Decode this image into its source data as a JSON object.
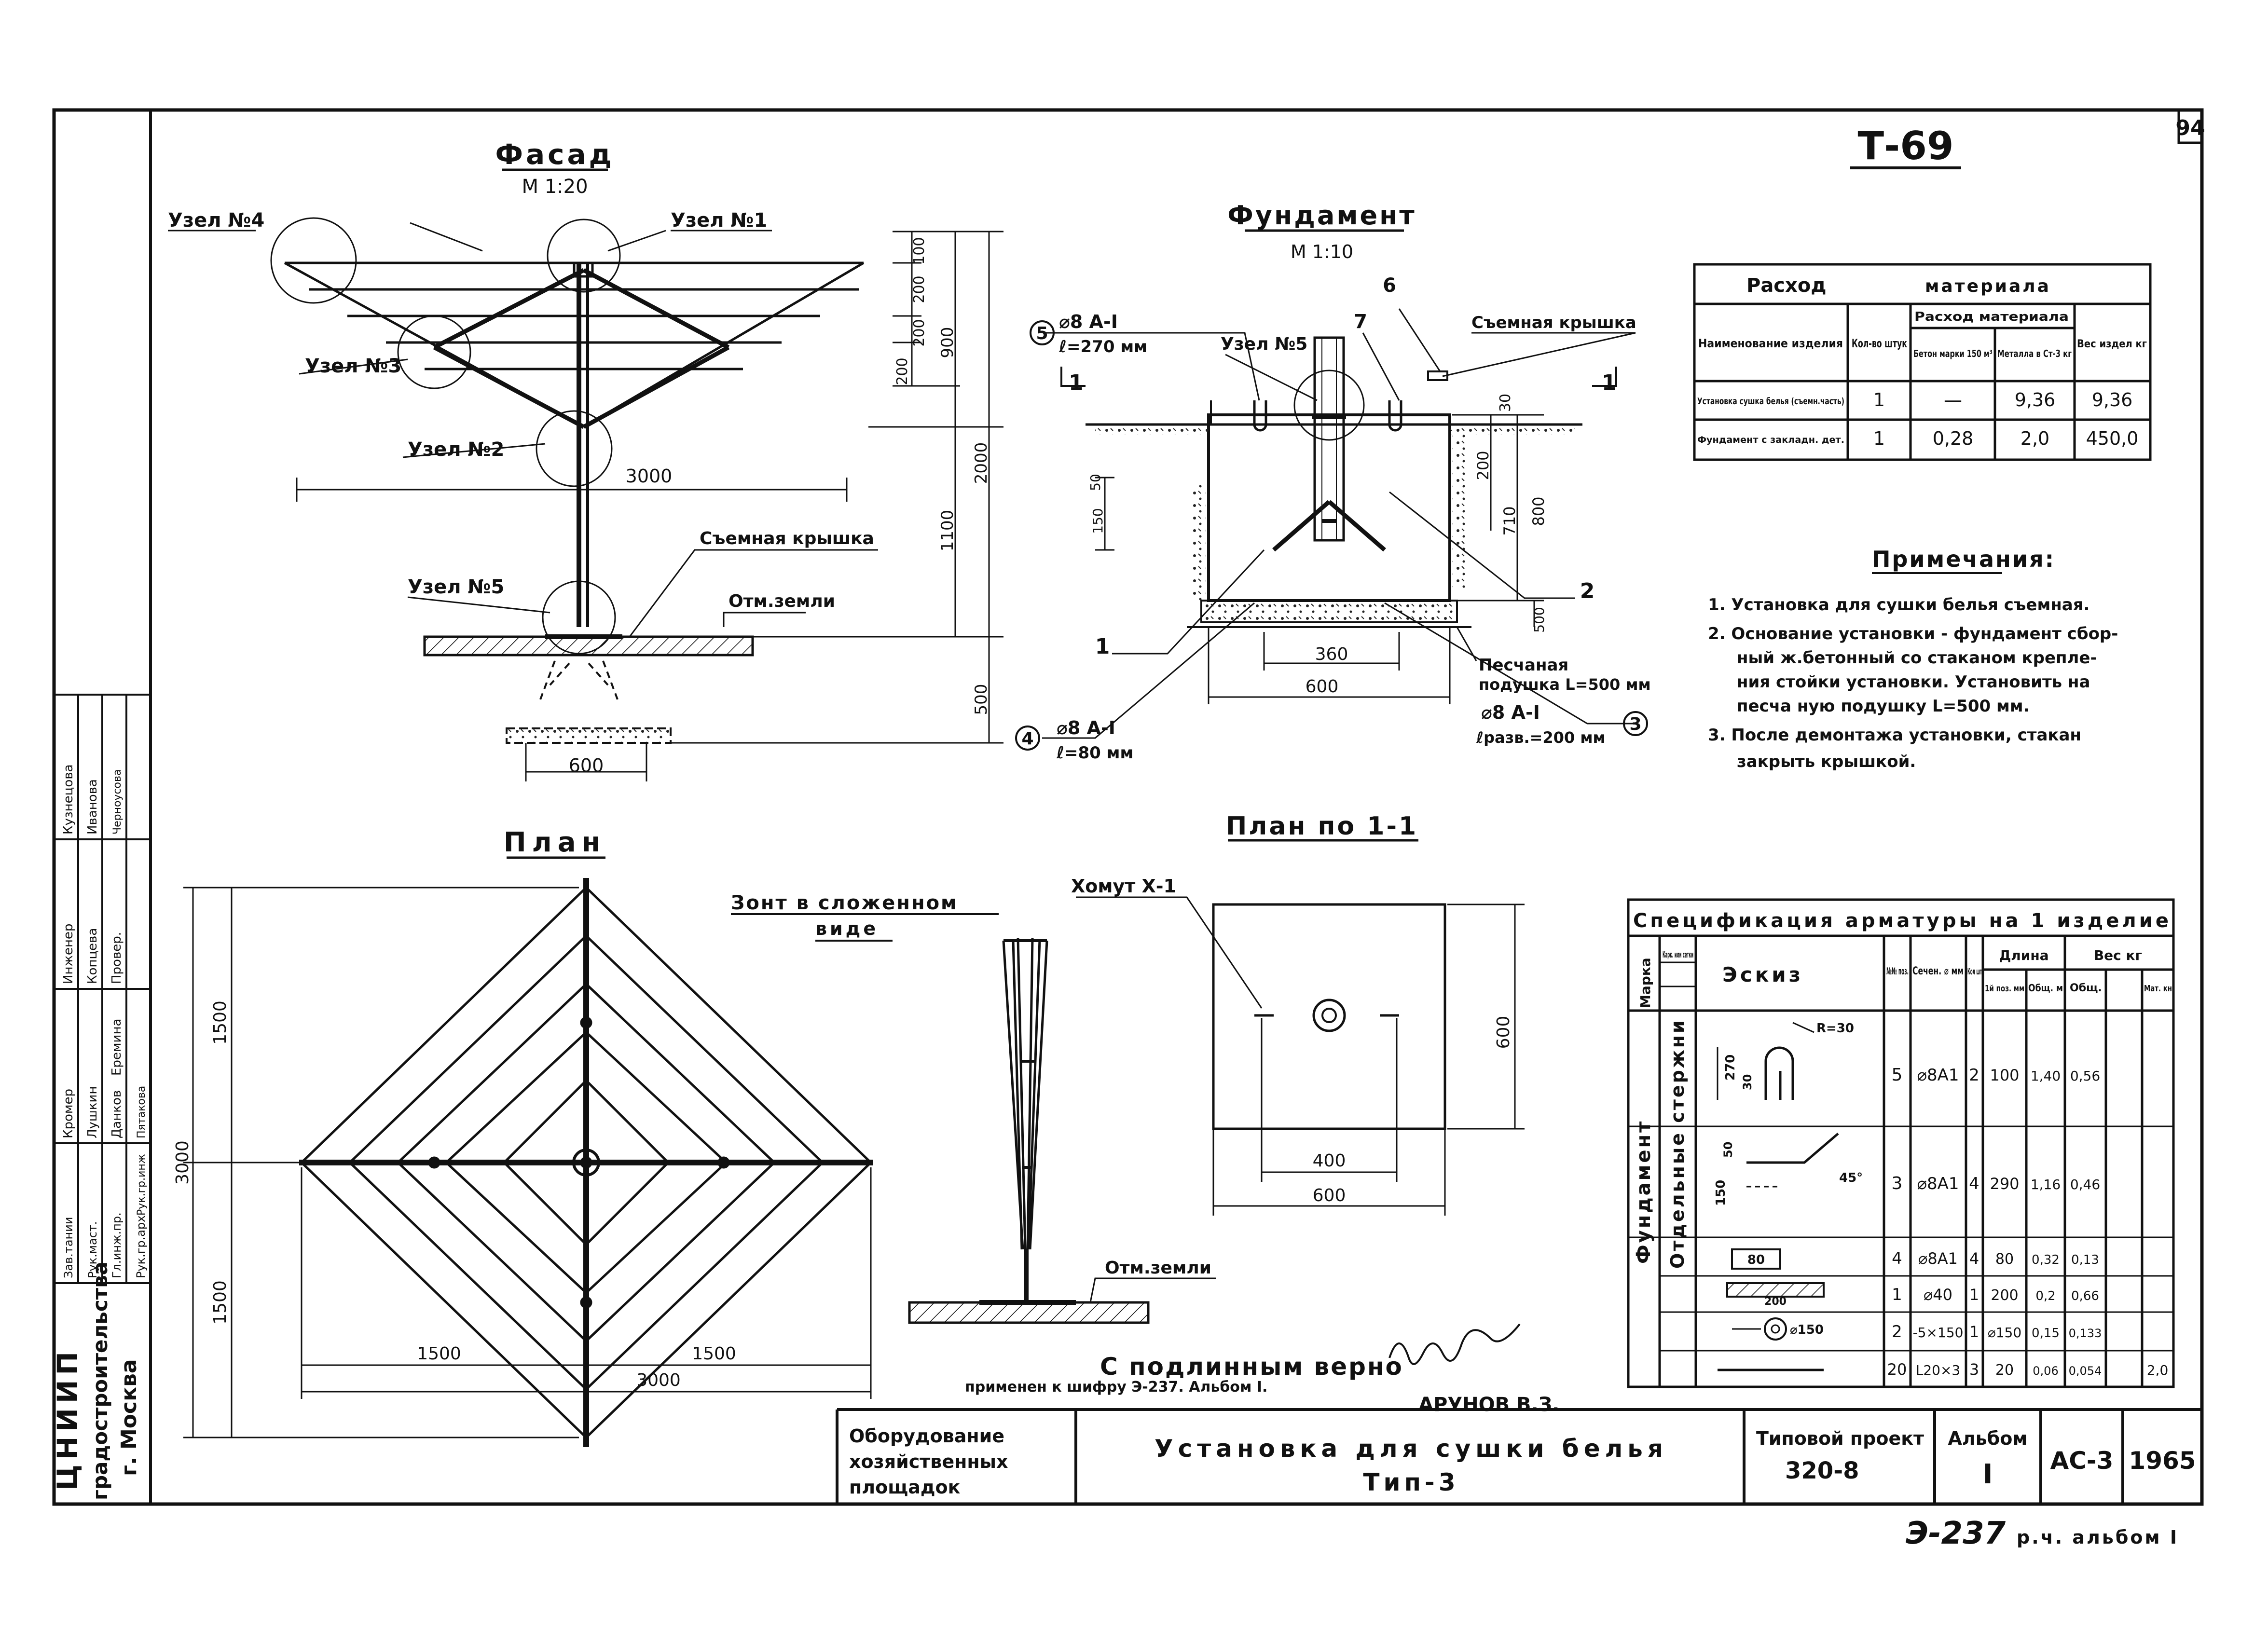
{
  "sheet": {
    "page_number": "94",
    "code": "Т-69",
    "bottom_ref": "Э-237",
    "bottom_ref_suffix": "р.ч. альбом I",
    "certified": "С подлинным верно",
    "applied": "применен к шифру Э-237. Альбом I.",
    "signer": "АРУНОВ В.З."
  },
  "side_stamp": {
    "org1": "ЦНИИП",
    "org2": "градостроительства",
    "org3": "г. Москва",
    "roles": [
      "Зав.тании",
      "Рук.маст.",
      "Гл.инж.пр.",
      "Рук.гр.арх",
      "Рук.гр.инж"
    ],
    "names_a": [
      "Кромер",
      "Лушкин",
      "Данков",
      "Еремина",
      "Пятакова"
    ],
    "names_b": [
      "Инженер",
      "Копцева",
      "Провер."
    ],
    "names_c": [
      "Кузнецова",
      "Иванова",
      "Черноусова"
    ]
  },
  "title_block": {
    "section": [
      "Оборудование",
      "хозяйственных",
      "площадок"
    ],
    "title": "Установка для сушки белья",
    "subtitle": "Тип-3",
    "project_label": "Типовой проект",
    "project_num": "320-8",
    "album_label": "Альбом",
    "album_num": "I",
    "sheet_id": "АС-3",
    "year": "1965"
  },
  "facade": {
    "title": "Фасад",
    "scale": "М 1:20",
    "node1": "Узел №1",
    "node2": "Узел №2",
    "node3": "Узел №3",
    "node4": "Узел №4",
    "node5": "Узел №5",
    "cap": "Съемная крышка",
    "ground": "Отм.земли",
    "dim_3000": "3000",
    "dim_600": "600",
    "dim_100": "100",
    "dim_200a": "200",
    "dim_200b": "200",
    "dim_200c": "200",
    "dim_900": "900",
    "dim_2000": "2000",
    "dim_1100": "1100",
    "dim_500": "500"
  },
  "foundation": {
    "title": "Фундамент",
    "scale": "М 1:10",
    "cap": "Съемная крышка",
    "node5": "Узел №5",
    "pos5": "5",
    "pos5_bar": "⌀8 А-I",
    "pos5_len": "ℓ=270 мм",
    "pos4": "4",
    "pos4_bar": "⌀8 А-I",
    "pos4_len": "ℓ=80 мм",
    "pos3": "3",
    "pos3_bar": "⌀8 А-I",
    "pos3_len": "ℓразв.=200 мм",
    "callout1": "1",
    "callout2": "2",
    "callout6": "6",
    "callout7": "7",
    "section_mark": "1",
    "sand1": "Песчаная",
    "sand2": "подушка L=500 мм",
    "dim_360": "360",
    "dim_600": "600",
    "dim_30": "30",
    "dim_200": "200",
    "dim_710": "710",
    "dim_800": "800",
    "dim_500": "500",
    "dim_50": "50",
    "dim_150": "150"
  },
  "material_table": {
    "title_left": "Расход",
    "title_right": "материала",
    "h_name": "Наименование изделия",
    "h_qty": "Кол-во штук",
    "h_group": "Расход материала",
    "h_concrete": "Бетон марки 150 м³",
    "h_metal": "Металла в Ст-3 кг",
    "h_weight": "Вес издел кг",
    "rows": [
      {
        "name": "Установка сушка белья (съемн.часть)",
        "qty": "1",
        "concrete": "—",
        "metal": "9,36",
        "weight": "9,36"
      },
      {
        "name": "Фундамент с закладн. дет.",
        "qty": "1",
        "concrete": "0,28",
        "metal": "2,0",
        "weight": "450,0"
      }
    ]
  },
  "notes": {
    "title": "Примечания:",
    "items": [
      "1. Установка для сушки белья съемная.",
      "2. Основание установки - фундамент сбор-",
      "ный ж.бетонный со стаканом крепле-",
      "ния стойки установки. Установить на",
      "песча ную подушку L=500 мм.",
      "3. После демонтажа установки, стакан",
      "закрыть крышкой."
    ]
  },
  "plan": {
    "title": "План",
    "dim_1500a": "1500",
    "dim_1500b": "1500",
    "dim_1500c": "1500",
    "dim_1500d": "1500",
    "dim_3000a": "3000",
    "dim_3000b": "3000"
  },
  "folded": {
    "title1": "Зонт в сложенном",
    "title2": "виде",
    "ground": "Отм.земли"
  },
  "plan11": {
    "title": "План по 1-1",
    "clamp": "Хомут Х-1",
    "dim_400": "400",
    "dim_600a": "600",
    "dim_600b": "600"
  },
  "spec": {
    "title": "Спецификация арматуры на 1 изделие",
    "h_mark": "Марка",
    "h_frame": "Карк. или сетки",
    "h_sketch": "Эскиз",
    "h_pos": "№№ поз.",
    "h_sect": "Сечен. ⌀ мм",
    "h_qty": "Кол шт",
    "h_len": "Длина",
    "h_len1": "1й поз. мм",
    "h_lensum": "Общ. м",
    "h_weight": "Вес кг",
    "h_w1": "Общ.",
    "h_w2": "Мат. кн",
    "side1": "Фундамент",
    "side2": "Отдельные стержни",
    "sk_r": "R=30",
    "sk_270": "270",
    "sk_30": "30",
    "sk_50": "50",
    "sk_150": "150",
    "sk_45": "45°",
    "sk_80": "80",
    "sk_200": "200",
    "sk_150b": "⌀150",
    "rows": [
      {
        "pos": "5",
        "sect": "⌀8А1",
        "qty": "2",
        "len1": "100",
        "lensum": "1,40",
        "w1": "0,56",
        "w2": ""
      },
      {
        "pos": "3",
        "sect": "⌀8А1",
        "qty": "4",
        "len1": "290",
        "lensum": "1,16",
        "w1": "0,46",
        "w2": ""
      },
      {
        "pos": "4",
        "sect": "⌀8А1",
        "qty": "4",
        "len1": "80",
        "lensum": "0,32",
        "w1": "0,13",
        "w2": ""
      },
      {
        "pos": "1",
        "sect": "⌀40",
        "qty": "1",
        "len1": "200",
        "lensum": "0,2",
        "w1": "0,66",
        "w2": ""
      },
      {
        "pos": "2",
        "sect": "-5×150",
        "qty": "1",
        "len1": "⌀150",
        "lensum": "0,15",
        "w1": "0,133",
        "w2": ""
      },
      {
        "pos": "20",
        "sect": "L20×3",
        "qty": "3",
        "len1": "20",
        "lensum": "0,06",
        "w1": "0,054",
        "w2": "2,0"
      }
    ]
  }
}
